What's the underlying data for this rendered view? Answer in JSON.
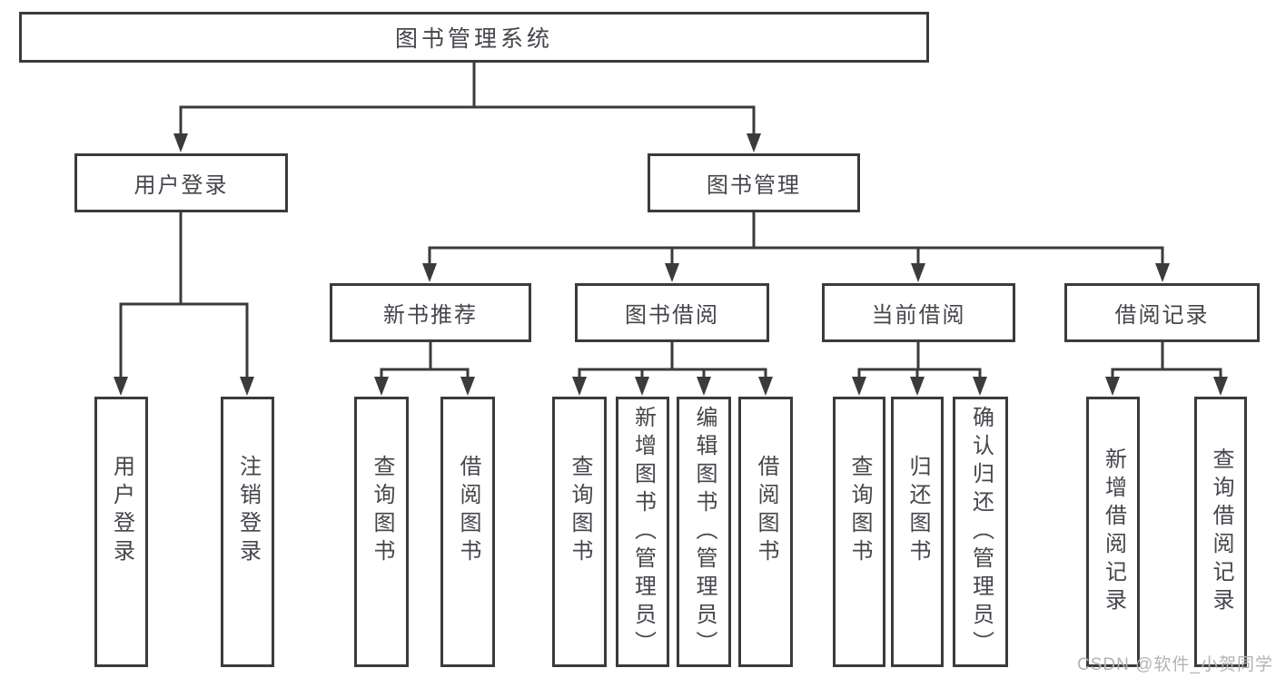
{
  "diagram_title": "图书管理系统",
  "nodes": {
    "root": "图书管理系统",
    "user_login": "用户登录",
    "book_mgmt": "图书管理",
    "new_book_rec": "新书推荐",
    "book_borrow": "图书借阅",
    "current_borrow": "当前借阅",
    "borrow_records": "借阅记录",
    "leaf_user_login": "用户登录",
    "leaf_logout": "注销登录",
    "leaf_query_books_rec": "查询图书",
    "leaf_borrow_books_rec": "借阅图书",
    "leaf_query_books_bb": "查询图书",
    "leaf_add_books_admin": "新增图书（管理员）",
    "leaf_edit_books_admin": "编辑图书（管理员）",
    "leaf_borrow_books_bb": "借阅图书",
    "leaf_query_books_cur": "查询图书",
    "leaf_return_books": "归还图书",
    "leaf_confirm_return_admin": "确认归还（管理员）",
    "leaf_add_borrow_record": "新增借阅记录",
    "leaf_query_borrow_record": "查询借阅记录"
  },
  "hierarchy": {
    "图书管理系统": [
      "用户登录",
      "图书管理"
    ],
    "用户登录": [
      "用户登录",
      "注销登录"
    ],
    "图书管理": [
      "新书推荐",
      "图书借阅",
      "当前借阅",
      "借阅记录"
    ],
    "新书推荐": [
      "查询图书",
      "借阅图书"
    ],
    "图书借阅": [
      "查询图书",
      "新增图书（管理员）",
      "编辑图书（管理员）",
      "借阅图书"
    ],
    "当前借阅": [
      "查询图书",
      "归还图书",
      "确认归还（管理员）"
    ],
    "借阅记录": [
      "新增借阅记录",
      "查询借阅记录"
    ]
  },
  "watermark": "CSDN @软件_小贺同学",
  "colors": {
    "line": "#3b3b3b",
    "text": "#44464b",
    "watermark": "#b3b3b3",
    "background": "#ffffff"
  }
}
